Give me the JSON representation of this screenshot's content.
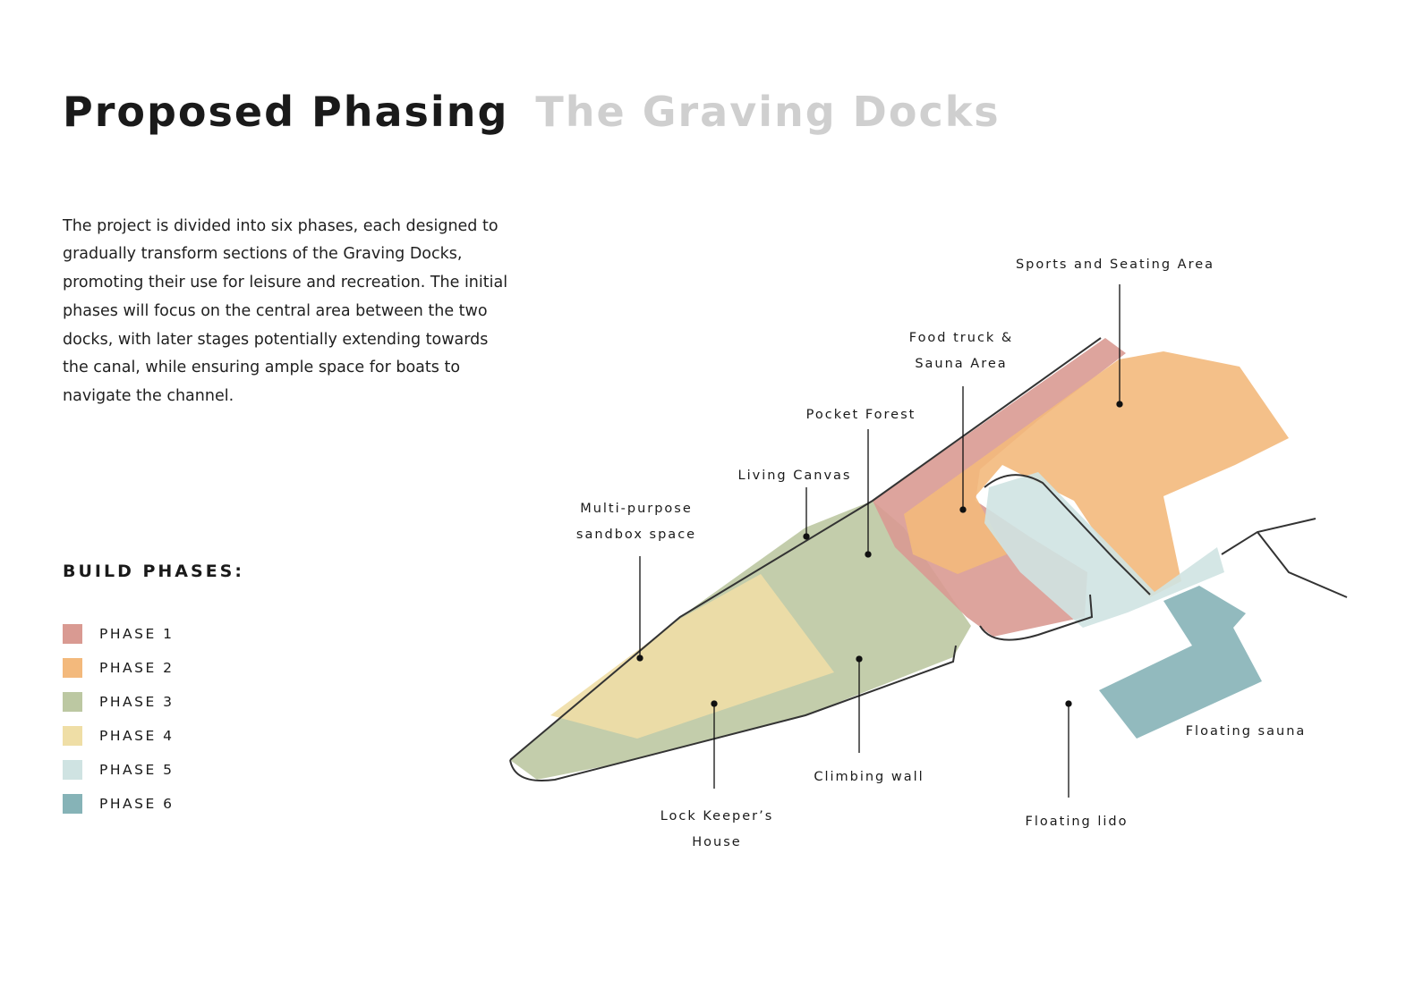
{
  "header": {
    "title": "Proposed Phasing",
    "subtitle": "The Graving Docks"
  },
  "intro": "The project is divided into six phases, each designed to gradually transform sections of the Graving Docks, promoting their use for leisure and recreation. The initial phases will focus on the central area between the two docks, with later stages potentially extending towards the canal, while ensuring ample space for boats to navigate the channel.",
  "legend": {
    "title": "BUILD PHASES:",
    "items": [
      {
        "label": "PHASE 1",
        "color": "#d99a92"
      },
      {
        "label": "PHASE 2",
        "color": "#f3b97c"
      },
      {
        "label": "PHASE 3",
        "color": "#bcc8a2"
      },
      {
        "label": "PHASE 4",
        "color": "#efdea6"
      },
      {
        "label": "PHASE 5",
        "color": "#cfe3e2"
      },
      {
        "label": "PHASE 6",
        "color": "#86b3b7"
      }
    ]
  },
  "labels": {
    "sports": "Sports and Seating Area",
    "food_truck_1": "Food truck &",
    "food_truck_2": "Sauna Area",
    "pocket_forest": "Pocket Forest",
    "living_canvas": "Living Canvas",
    "sandbox_1": "Multi-purpose",
    "sandbox_2": "sandbox space",
    "floating_sauna": "Floating sauna",
    "climbing_wall": "Climbing wall",
    "lock_keeper_1": "Lock Keeper’s",
    "lock_keeper_2": "House",
    "floating_lido": "Floating lido"
  }
}
